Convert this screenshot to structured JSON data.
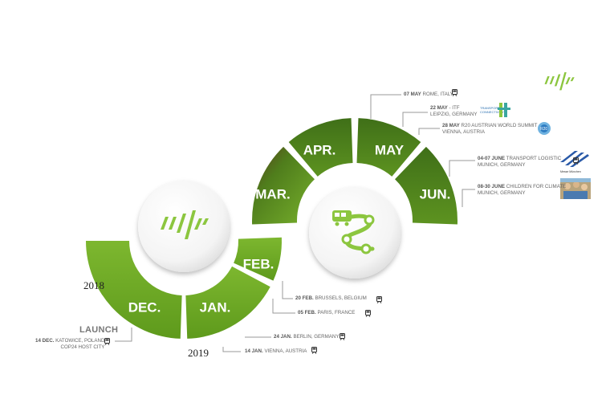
{
  "timeline": {
    "year_start": "2018",
    "year_end": "2019",
    "launch_label": "LAUNCH",
    "months": [
      {
        "key": "dec",
        "label": "DEC."
      },
      {
        "key": "jan",
        "label": "JAN."
      },
      {
        "key": "feb",
        "label": "FEB."
      },
      {
        "key": "mar",
        "label": "MAR."
      },
      {
        "key": "apr",
        "label": "APR."
      },
      {
        "key": "may",
        "label": "MAY"
      },
      {
        "key": "jun",
        "label": "JUN."
      }
    ]
  },
  "events": [
    {
      "key": "rome",
      "date": "07 MAY",
      "text": "ROME, ITALY",
      "line2": ""
    },
    {
      "key": "itf",
      "date": "22 MAY",
      "text": "- ITF",
      "line2": "LEIPZIG, GERMANY"
    },
    {
      "key": "r20",
      "date": "28 MAY",
      "text": "R20 AUSTRIAN WORLD SUMMIT",
      "line2": "VIENNA, AUSTRIA"
    },
    {
      "key": "transport",
      "date": "04-07 JUNE",
      "text": "TRANSPORT LOGISTIC",
      "line2": "MUNICH, GERMANY"
    },
    {
      "key": "children",
      "date": "08-30 JUNE",
      "text": "CHILDREN FOR CLIMATE",
      "line2": "MUNICH, GERMANY"
    },
    {
      "key": "brussels",
      "date": "20 FEB.",
      "text": "BRUSSELS, BELGIUM",
      "line2": ""
    },
    {
      "key": "paris",
      "date": "05 FEB.",
      "text": "PARIS, FRANCE",
      "line2": ""
    },
    {
      "key": "berlin",
      "date": "24 JAN.",
      "text": "BERLIN, GERMANY",
      "line2": ""
    },
    {
      "key": "vienna",
      "date": "14 JAN.",
      "text": "VIENNA, AUSTRIA",
      "line2": ""
    },
    {
      "key": "katowice",
      "date": "14 DEC.",
      "text": "KATOWICE, POLAND",
      "line2": "COP24 HOST CITY"
    }
  ],
  "colors": {
    "segment_green": "#6aa321",
    "segment_dark": "#4c7a16",
    "logo_green": "#8cc63f",
    "connector_gray": "#9a9a9a"
  },
  "icons": [
    "brand-logo-icon",
    "train-route-icon",
    "train-icon"
  ]
}
